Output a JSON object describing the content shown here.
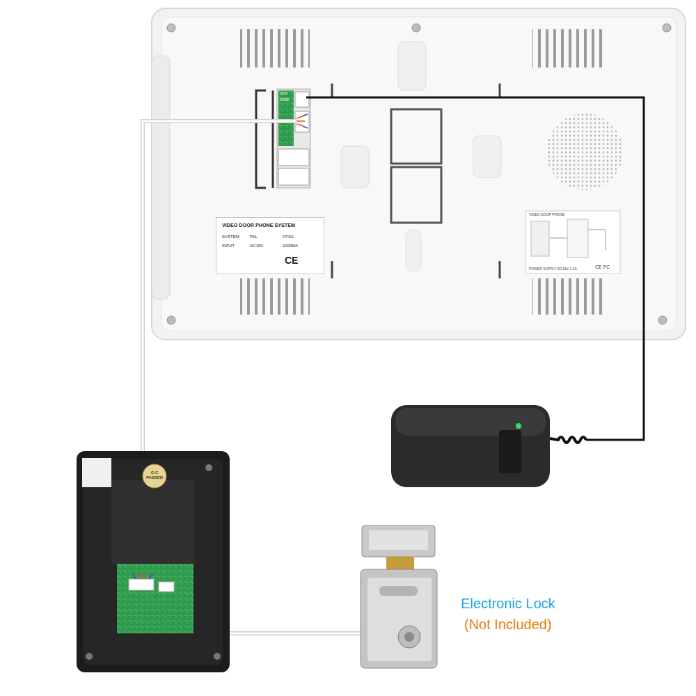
{
  "diagram": {
    "nodes": [
      {
        "text": [
          "VIDEO DOOR PHONE SYSTEM",
          "SYSTEM",
          "PAL",
          "NTSC",
          "INPUT",
          "DC15V",
          "1200MA",
          "CE"
        ]
      }
    ],
    "labels": [
      "15V",
      "GND",
      "VIDEO DOOR PHONE",
      "POWER SUPPLY DC15V 1.2A",
      "CE FC",
      "G.C PASSED",
      "Electronic Lock",
      "(Not Included)"
    ]
  }
}
